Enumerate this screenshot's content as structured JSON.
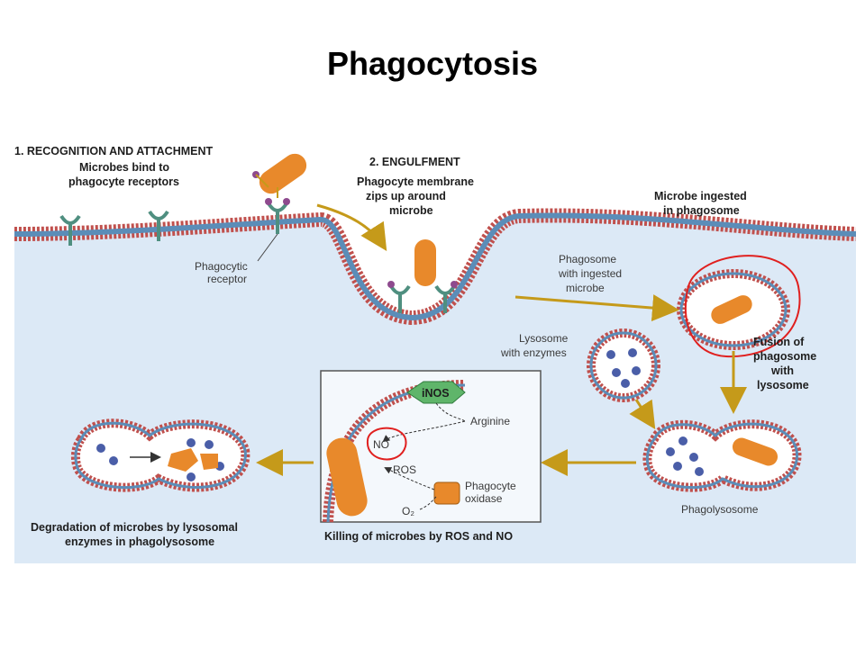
{
  "title": "Phagocytosis",
  "steps": {
    "step1_title": "1. RECOGNITION AND ATTACHMENT",
    "step1_desc": [
      "Microbes bind to",
      "phagocyte receptors"
    ],
    "step2_title": "2. ENGULFMENT",
    "step2_desc": [
      "Phagocyte membrane",
      "zips up around",
      "microbe"
    ]
  },
  "labels": {
    "phagocytic_receptor": [
      "Phagocytic",
      "receptor"
    ],
    "microbe_ingested": [
      "Microbe ingested",
      "in phagosome"
    ],
    "phagosome_with_microbe": [
      "Phagosome",
      "with ingested",
      "microbe"
    ],
    "lysosome": [
      "Lysosome",
      "with enzymes"
    ],
    "fusion": [
      "Fusion of",
      "phagosome",
      "with",
      "lysosome"
    ],
    "phagolysosome": "Phagolysosome",
    "degradation": [
      "Degradation of microbes by lysosomal",
      "enzymes in phagolysosome"
    ],
    "killing": "Killing of microbes by ROS and NO",
    "inos": "iNOS",
    "arginine": "Arginine",
    "no": "NO",
    "ros": "ROS",
    "phagocyte_oxidase": [
      "Phagocyte",
      "oxidase"
    ],
    "o2": "O₂"
  },
  "colors": {
    "cytoplasm": "#dce9f6",
    "membrane_head": "#c0504d",
    "membrane_tail": "#5b8db8",
    "microbe": "#e8892b",
    "receptor": "#4f8f80",
    "ligand": "#8e4a8e",
    "arrow": "#c59a1a",
    "inos_green": "#5fb56a",
    "annotation_red": "#e0201f"
  }
}
